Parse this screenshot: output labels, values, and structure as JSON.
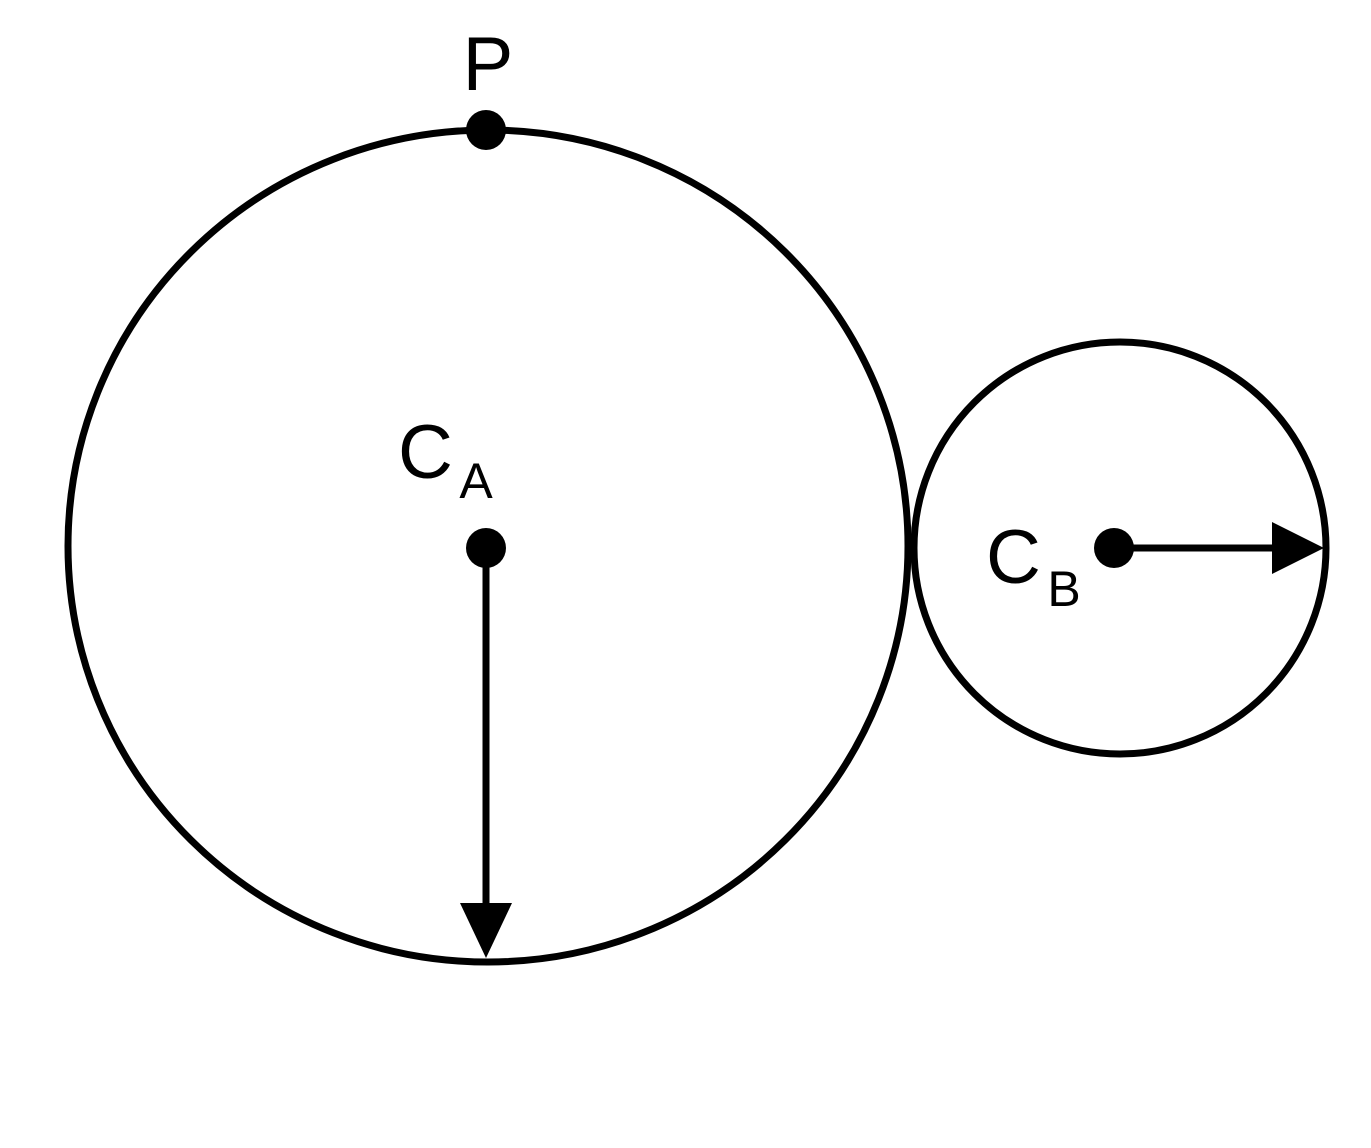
{
  "diagram": {
    "point_p": {
      "label": "P"
    },
    "center_a": {
      "label": "C",
      "subscript": "A"
    },
    "center_b": {
      "label": "C",
      "subscript": "B"
    }
  },
  "colors": {
    "stroke": "#000000",
    "background": "#ffffff"
  }
}
